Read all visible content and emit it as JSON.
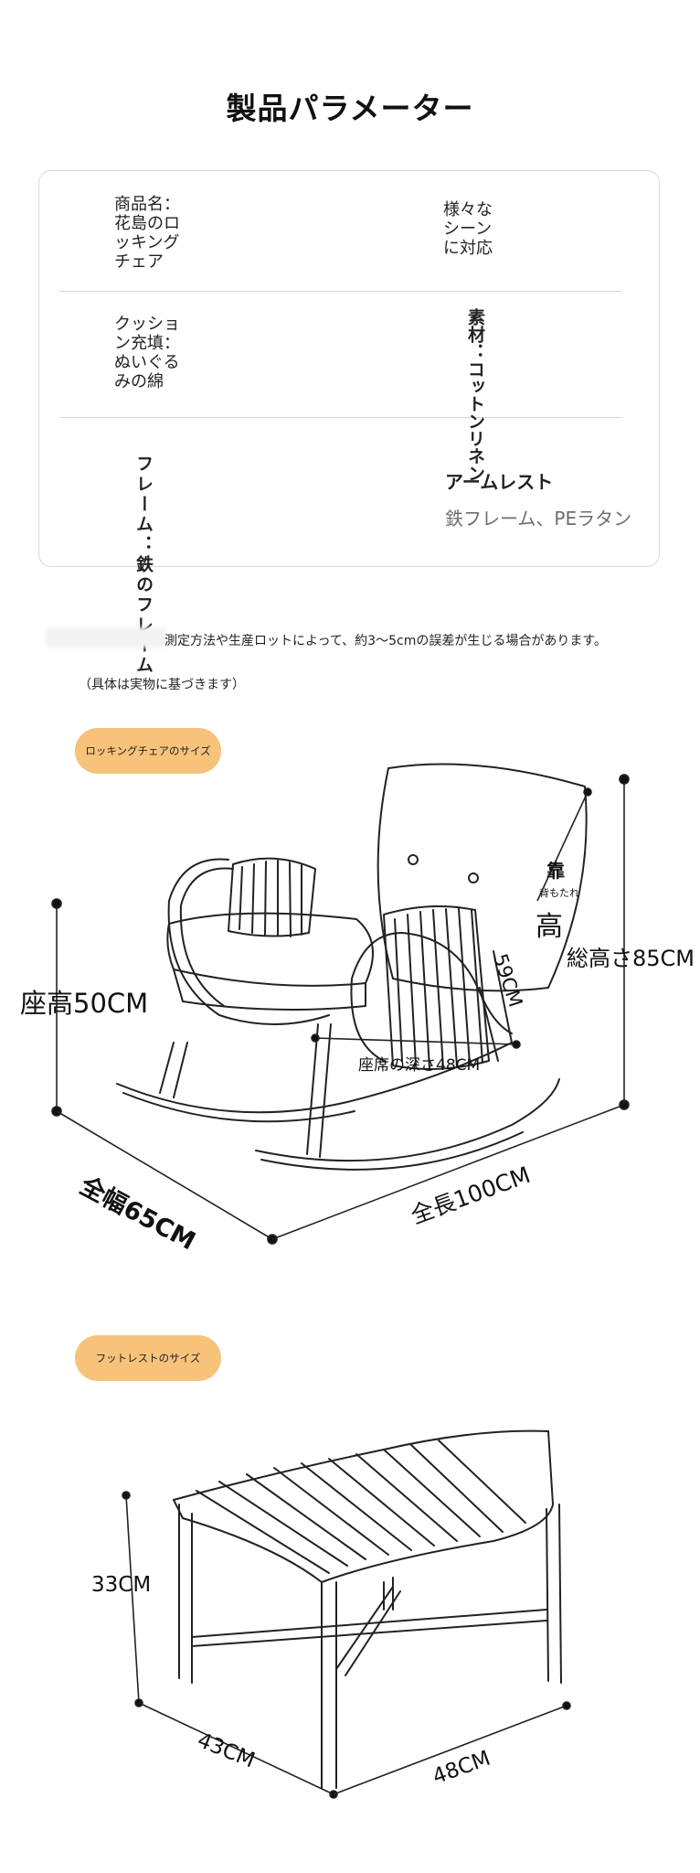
{
  "title": "製品パラメーター",
  "params": {
    "product_name": "商品名：花島のロッキングチェア",
    "scenes": "様々なシーンに対応",
    "cushion": "クッション充填：ぬいぐるみの綿",
    "material": "素材：コットンリネン",
    "frame": "フレーム：鉄のフレーム",
    "armrest_label": "アームレスト",
    "armrest_value": "鉄フレーム、PEラタン"
  },
  "note": {
    "text": "測定方法や生産ロットによって、約3〜5cmの誤差が生じる場合があります。",
    "sub": "（具体は実物に基づきます）"
  },
  "chair_section": {
    "pill": "ロッキングチェアのサイズ",
    "seat_height": "座高50CM",
    "total_height": "総高さ85CM",
    "backrest_label_top": "靠",
    "backrest_label_sub": "背もたれ",
    "backrest_label_high": "高",
    "backrest_value": "59CM",
    "seat_depth": "座席の深さ48CM",
    "width": "全幅65CM",
    "length": "全長100CM"
  },
  "footrest_section": {
    "pill": "フットレストのサイズ",
    "height": "33CM",
    "depth": "43CM",
    "width": "48CM"
  }
}
